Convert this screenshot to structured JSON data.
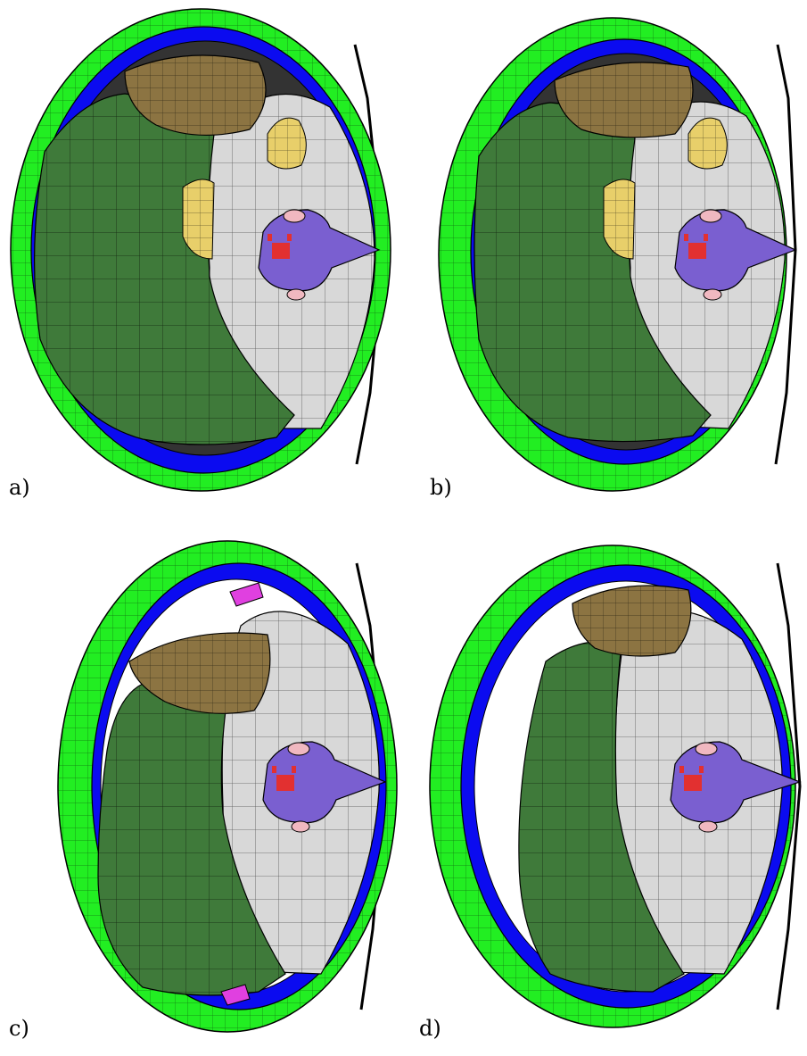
{
  "panels": [
    {
      "id": "a",
      "label": "a)"
    },
    {
      "id": "b",
      "label": "b)"
    },
    {
      "id": "c",
      "label": "c)"
    },
    {
      "id": "d",
      "label": "d)"
    }
  ],
  "colors": {
    "skin": "#22ee22",
    "fat": "#0b0bf0",
    "muscle": "#3f7a3a",
    "kidney": "#8c7442",
    "bone_cortex": "#d8d8d8",
    "marrow": "#e8cf6a",
    "vertebra": "#7a5fd0",
    "spinal_cord": "#e23030",
    "disc": "#f0b8c0",
    "edge": "#000000"
  }
}
